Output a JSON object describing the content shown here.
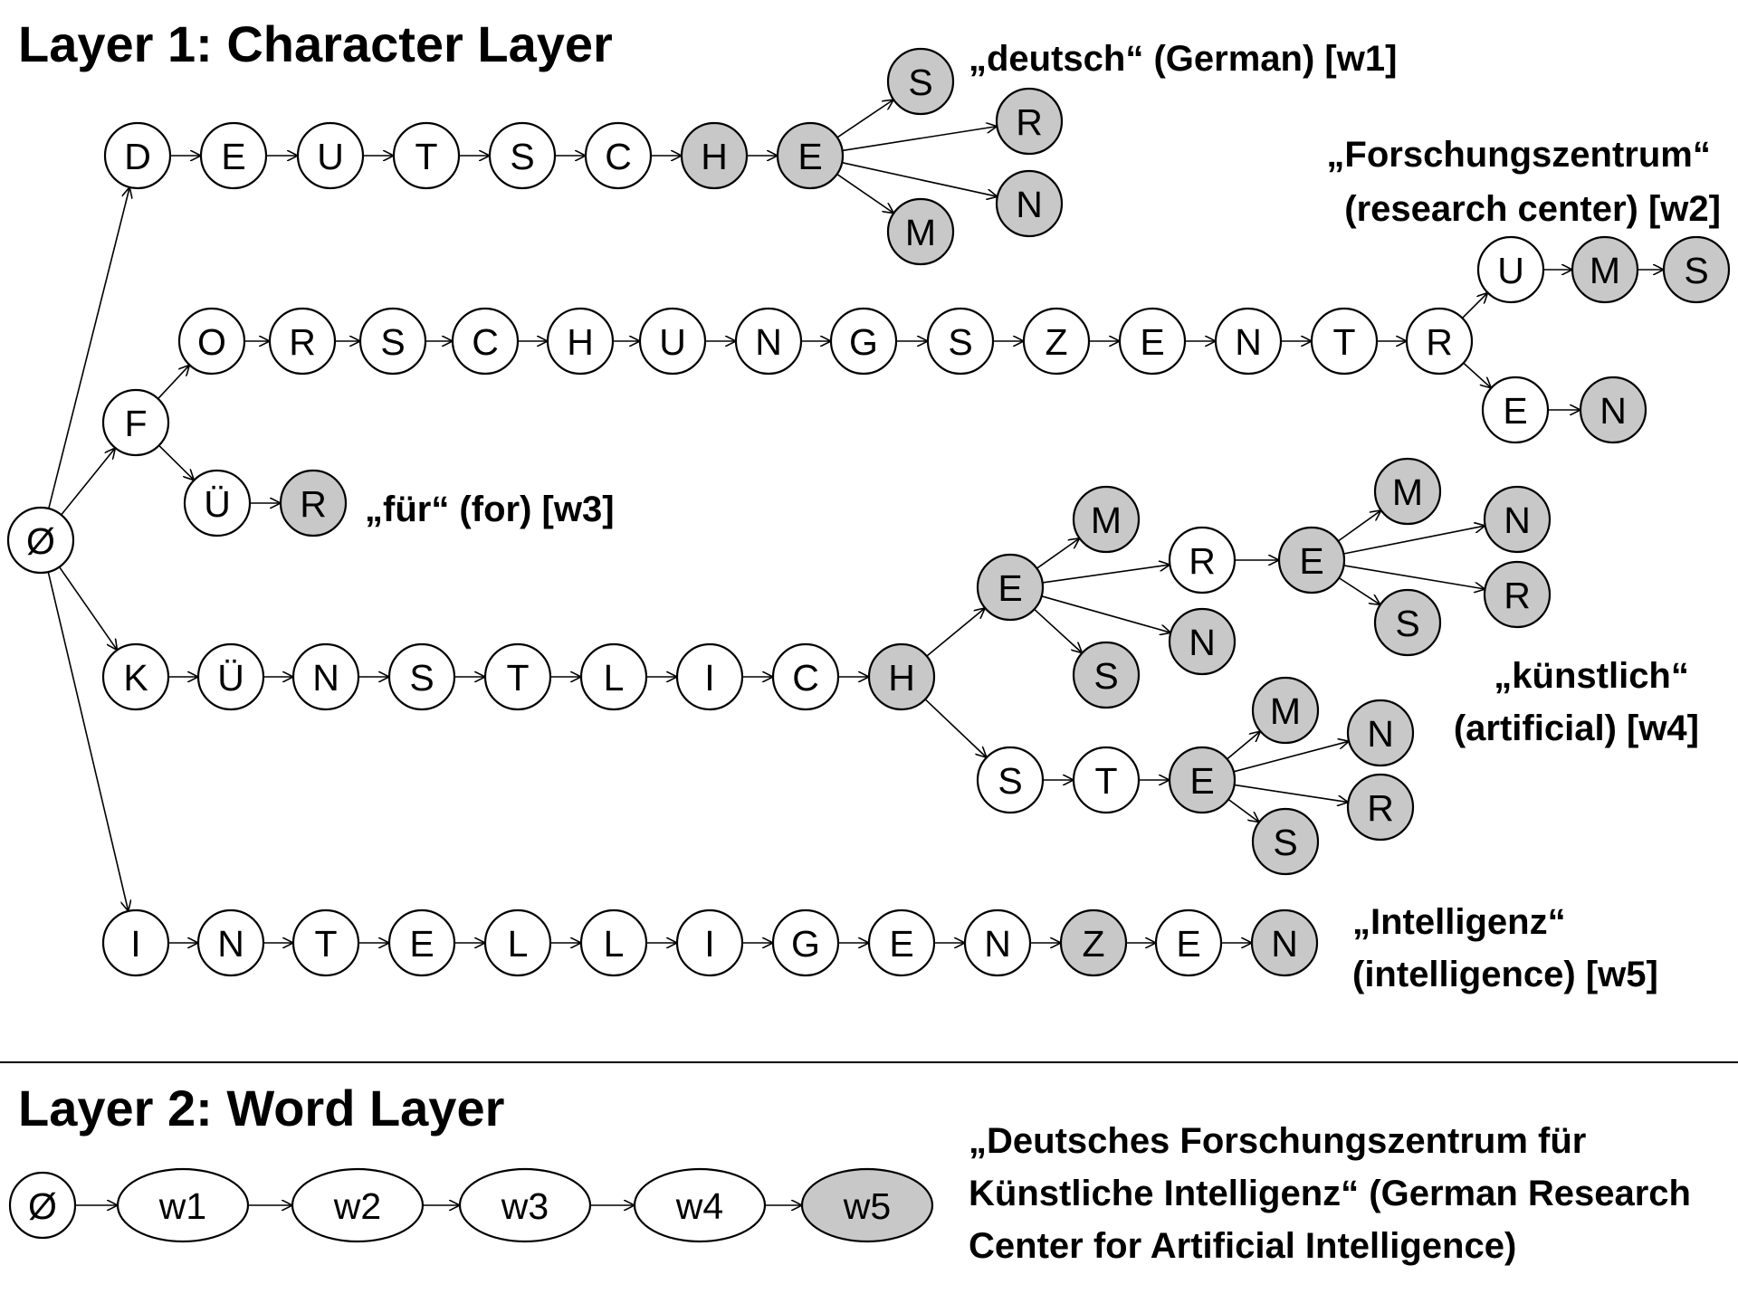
{
  "colors": {
    "leaf_fill": "#c8c8c8",
    "inner_fill": "#ffffff",
    "line": "#000000",
    "background": "#ffffff"
  },
  "layer1": {
    "title": "Layer 1: Character Layer",
    "annotations": [
      {
        "id": "w1",
        "lines": [
          "„deutsch“ (German) [w1]"
        ]
      },
      {
        "id": "w2",
        "lines": [
          "„Forschungszentrum“",
          "(research center) [w2]"
        ]
      },
      {
        "id": "w3",
        "lines": [
          "„für“ (for) [w3]"
        ]
      },
      {
        "id": "w4",
        "lines": [
          "„künstlich“",
          "(artificial) [w4]"
        ]
      },
      {
        "id": "w5",
        "lines": [
          "„Intelligenz“",
          "(intelligence) [w5]"
        ]
      }
    ],
    "nodes": {
      "root": {
        "label": "Ø",
        "leaf": false
      },
      "d1": {
        "label": "D",
        "leaf": false
      },
      "d2": {
        "label": "E",
        "leaf": false
      },
      "d3": {
        "label": "U",
        "leaf": false
      },
      "d4": {
        "label": "T",
        "leaf": false
      },
      "d5": {
        "label": "S",
        "leaf": false
      },
      "d6": {
        "label": "C",
        "leaf": false
      },
      "d7": {
        "label": "H",
        "leaf": true
      },
      "d8": {
        "label": "E",
        "leaf": true
      },
      "dS": {
        "label": "S",
        "leaf": true
      },
      "dR": {
        "label": "R",
        "leaf": true
      },
      "dN": {
        "label": "N",
        "leaf": true
      },
      "dM": {
        "label": "M",
        "leaf": true
      },
      "f0": {
        "label": "F",
        "leaf": false
      },
      "f1": {
        "label": "O",
        "leaf": false
      },
      "f2": {
        "label": "R",
        "leaf": false
      },
      "f3": {
        "label": "S",
        "leaf": false
      },
      "f4": {
        "label": "C",
        "leaf": false
      },
      "f5": {
        "label": "H",
        "leaf": false
      },
      "f6": {
        "label": "U",
        "leaf": false
      },
      "f7": {
        "label": "N",
        "leaf": false
      },
      "f8": {
        "label": "G",
        "leaf": false
      },
      "f9": {
        "label": "S",
        "leaf": false
      },
      "f10": {
        "label": "Z",
        "leaf": false
      },
      "f11": {
        "label": "E",
        "leaf": false
      },
      "f12": {
        "label": "N",
        "leaf": false
      },
      "f13": {
        "label": "T",
        "leaf": false
      },
      "f14": {
        "label": "R",
        "leaf": false
      },
      "fU": {
        "label": "U",
        "leaf": false
      },
      "fM": {
        "label": "M",
        "leaf": true
      },
      "fS": {
        "label": "S",
        "leaf": true
      },
      "fE": {
        "label": "E",
        "leaf": false
      },
      "fN": {
        "label": "N",
        "leaf": true
      },
      "u1": {
        "label": "Ü",
        "leaf": false
      },
      "u2": {
        "label": "R",
        "leaf": true
      },
      "k1": {
        "label": "K",
        "leaf": false
      },
      "k2": {
        "label": "Ü",
        "leaf": false
      },
      "k3": {
        "label": "N",
        "leaf": false
      },
      "k4": {
        "label": "S",
        "leaf": false
      },
      "k5": {
        "label": "T",
        "leaf": false
      },
      "k6": {
        "label": "L",
        "leaf": false
      },
      "k7": {
        "label": "I",
        "leaf": false
      },
      "k8": {
        "label": "C",
        "leaf": false
      },
      "k9": {
        "label": "H",
        "leaf": true
      },
      "kE": {
        "label": "E",
        "leaf": true
      },
      "kEM": {
        "label": "M",
        "leaf": true
      },
      "kER": {
        "label": "R",
        "leaf": false
      },
      "kEN": {
        "label": "N",
        "leaf": true
      },
      "kES": {
        "label": "S",
        "leaf": true
      },
      "kERE": {
        "label": "E",
        "leaf": true
      },
      "kEREM": {
        "label": "M",
        "leaf": true
      },
      "kEREN": {
        "label": "N",
        "leaf": true
      },
      "kERER": {
        "label": "R",
        "leaf": true
      },
      "kERES": {
        "label": "S",
        "leaf": true
      },
      "kS": {
        "label": "S",
        "leaf": false
      },
      "kST": {
        "label": "T",
        "leaf": false
      },
      "kSTE": {
        "label": "E",
        "leaf": true
      },
      "kSTEM": {
        "label": "M",
        "leaf": true
      },
      "kSTEN": {
        "label": "N",
        "leaf": true
      },
      "kSTER": {
        "label": "R",
        "leaf": true
      },
      "kSTES": {
        "label": "S",
        "leaf": true
      },
      "i1": {
        "label": "I",
        "leaf": false
      },
      "i2": {
        "label": "N",
        "leaf": false
      },
      "i3": {
        "label": "T",
        "leaf": false
      },
      "i4": {
        "label": "E",
        "leaf": false
      },
      "i5": {
        "label": "L",
        "leaf": false
      },
      "i6": {
        "label": "L",
        "leaf": false
      },
      "i7": {
        "label": "I",
        "leaf": false
      },
      "i8": {
        "label": "G",
        "leaf": false
      },
      "i9": {
        "label": "E",
        "leaf": false
      },
      "i10": {
        "label": "N",
        "leaf": false
      },
      "i11": {
        "label": "Z",
        "leaf": true
      },
      "i12": {
        "label": "E",
        "leaf": false
      },
      "i13": {
        "label": "N",
        "leaf": true
      }
    },
    "edges": [
      [
        "root",
        "d1"
      ],
      [
        "d1",
        "d2"
      ],
      [
        "d2",
        "d3"
      ],
      [
        "d3",
        "d4"
      ],
      [
        "d4",
        "d5"
      ],
      [
        "d5",
        "d6"
      ],
      [
        "d6",
        "d7"
      ],
      [
        "d7",
        "d8"
      ],
      [
        "d8",
        "dS"
      ],
      [
        "d8",
        "dR"
      ],
      [
        "d8",
        "dN"
      ],
      [
        "d8",
        "dM"
      ],
      [
        "root",
        "f0"
      ],
      [
        "f0",
        "f1"
      ],
      [
        "f1",
        "f2"
      ],
      [
        "f2",
        "f3"
      ],
      [
        "f3",
        "f4"
      ],
      [
        "f4",
        "f5"
      ],
      [
        "f5",
        "f6"
      ],
      [
        "f6",
        "f7"
      ],
      [
        "f7",
        "f8"
      ],
      [
        "f8",
        "f9"
      ],
      [
        "f9",
        "f10"
      ],
      [
        "f10",
        "f11"
      ],
      [
        "f11",
        "f12"
      ],
      [
        "f12",
        "f13"
      ],
      [
        "f13",
        "f14"
      ],
      [
        "f14",
        "fU"
      ],
      [
        "fU",
        "fM"
      ],
      [
        "fM",
        "fS"
      ],
      [
        "f14",
        "fE"
      ],
      [
        "fE",
        "fN"
      ],
      [
        "f0",
        "u1"
      ],
      [
        "u1",
        "u2"
      ],
      [
        "root",
        "k1"
      ],
      [
        "k1",
        "k2"
      ],
      [
        "k2",
        "k3"
      ],
      [
        "k3",
        "k4"
      ],
      [
        "k4",
        "k5"
      ],
      [
        "k5",
        "k6"
      ],
      [
        "k6",
        "k7"
      ],
      [
        "k7",
        "k8"
      ],
      [
        "k8",
        "k9"
      ],
      [
        "k9",
        "kE"
      ],
      [
        "kE",
        "kEM"
      ],
      [
        "kE",
        "kER"
      ],
      [
        "kE",
        "kEN"
      ],
      [
        "kE",
        "kES"
      ],
      [
        "kER",
        "kERE"
      ],
      [
        "kERE",
        "kEREM"
      ],
      [
        "kERE",
        "kEREN"
      ],
      [
        "kERE",
        "kERER"
      ],
      [
        "kERE",
        "kERES"
      ],
      [
        "k9",
        "kS"
      ],
      [
        "kS",
        "kST"
      ],
      [
        "kST",
        "kSTE"
      ],
      [
        "kSTE",
        "kSTEM"
      ],
      [
        "kSTE",
        "kSTEN"
      ],
      [
        "kSTE",
        "kSTER"
      ],
      [
        "kSTE",
        "kSTES"
      ],
      [
        "root",
        "i1"
      ],
      [
        "i1",
        "i2"
      ],
      [
        "i2",
        "i3"
      ],
      [
        "i3",
        "i4"
      ],
      [
        "i4",
        "i5"
      ],
      [
        "i5",
        "i6"
      ],
      [
        "i6",
        "i7"
      ],
      [
        "i7",
        "i8"
      ],
      [
        "i8",
        "i9"
      ],
      [
        "i9",
        "i10"
      ],
      [
        "i10",
        "i11"
      ],
      [
        "i11",
        "i12"
      ],
      [
        "i12",
        "i13"
      ]
    ]
  },
  "layer2": {
    "title": "Layer 2: Word Layer",
    "nodes": [
      {
        "label": "Ø",
        "leaf": false
      },
      {
        "label": "w1",
        "leaf": false
      },
      {
        "label": "w2",
        "leaf": false
      },
      {
        "label": "w3",
        "leaf": false
      },
      {
        "label": "w4",
        "leaf": false
      },
      {
        "label": "w5",
        "leaf": true
      }
    ],
    "annotation": [
      "„Deutsches Forschungszentrum für",
      "Künstliche Intelligenz“ (German Research",
      "Center for Artificial Intelligence)"
    ]
  }
}
